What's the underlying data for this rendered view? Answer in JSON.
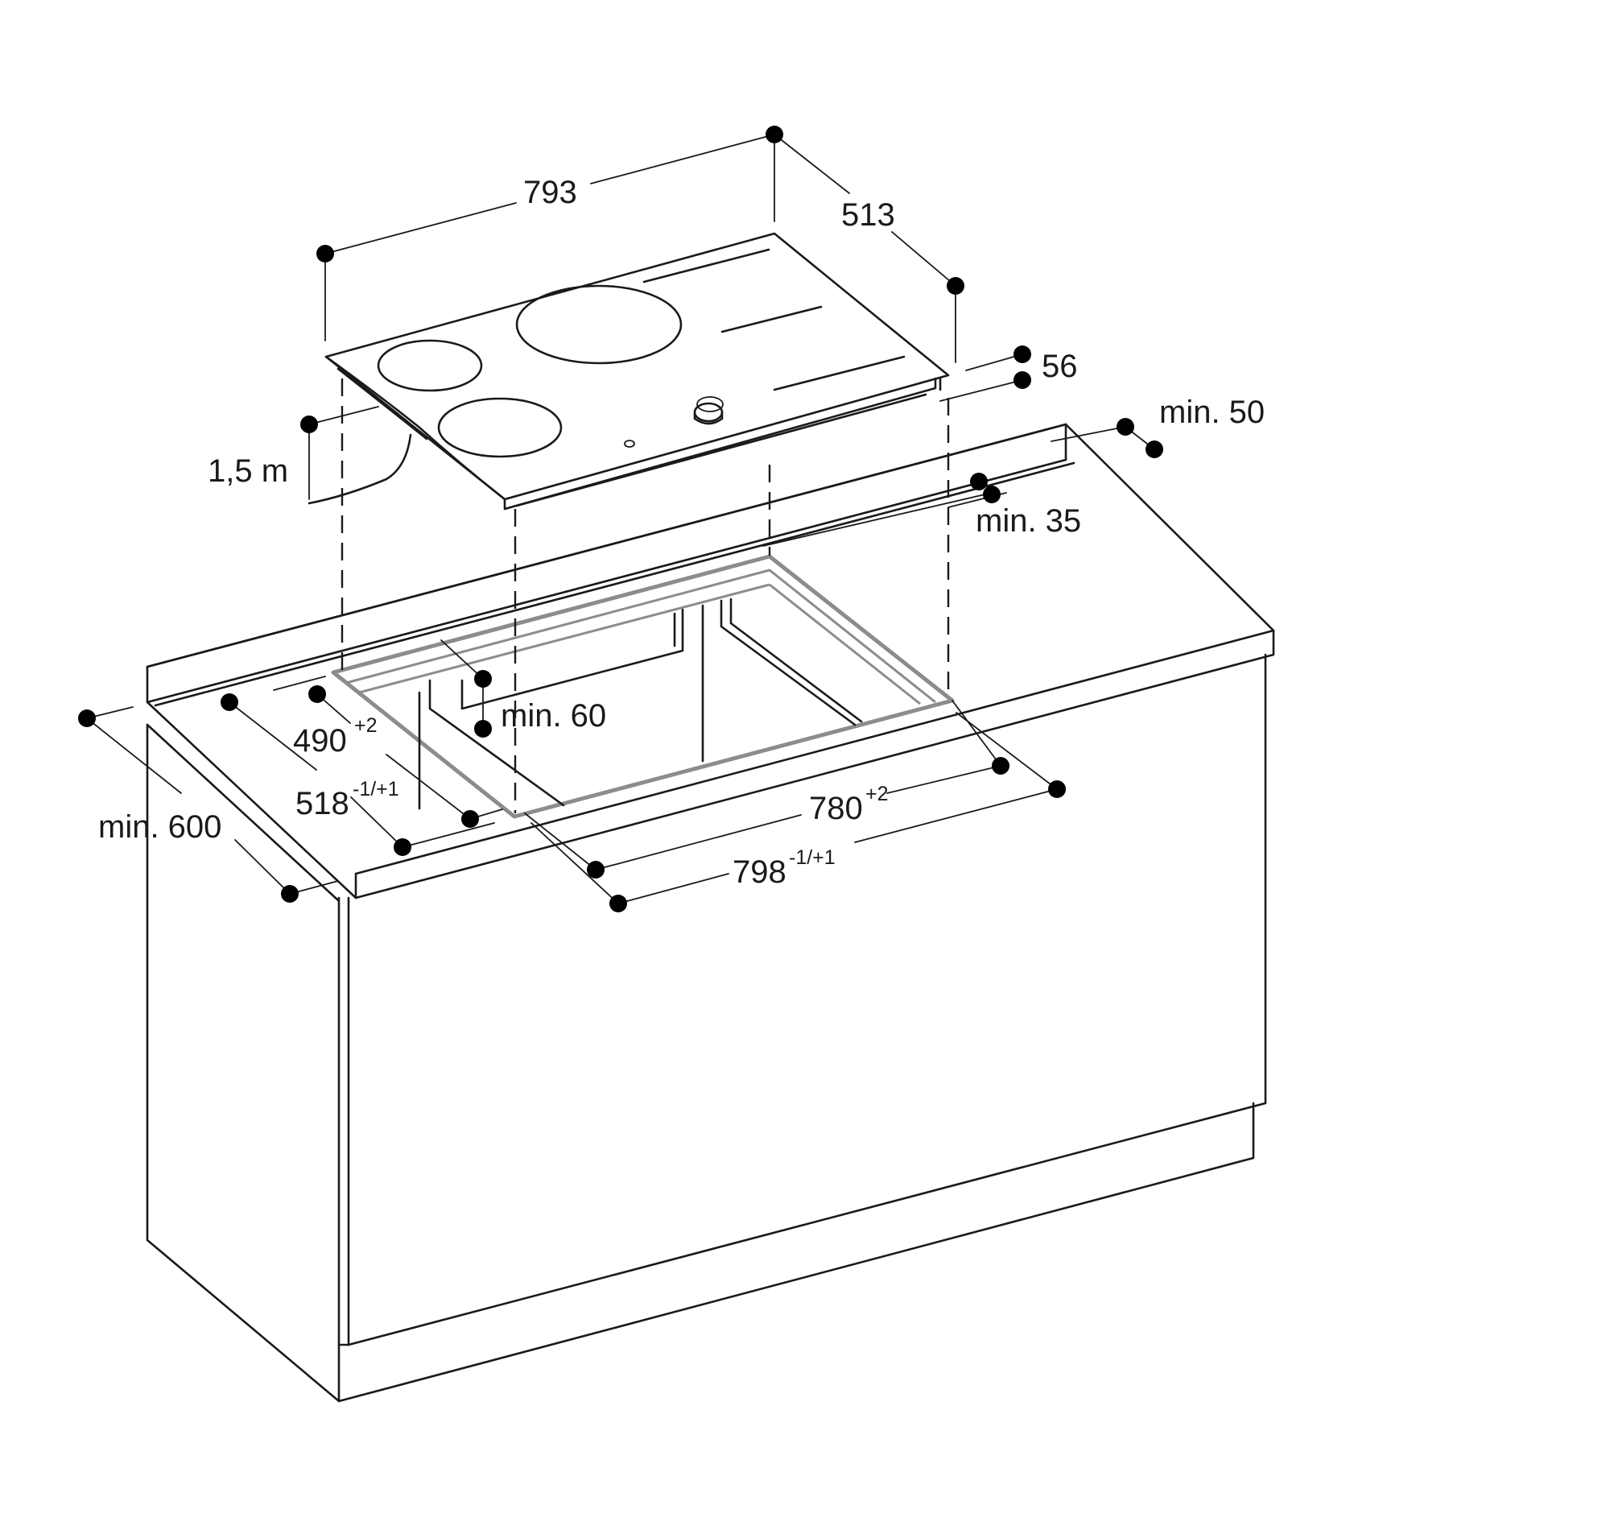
{
  "dimensions": {
    "width_793": "793",
    "depth_513": "513",
    "height_56": "56",
    "min_50": "min. 50",
    "min_35": "min. 35",
    "cable_length": "1,5 m",
    "min_60": "min. 60",
    "cutout_490": "490",
    "cutout_490_tol": "+2",
    "cutout_518": "518",
    "cutout_518_tol": "-1/+1",
    "counter_min_600": "min. 600",
    "cutout_780": "780",
    "cutout_780_tol": "+2",
    "cutout_798": "798",
    "cutout_798_tol": "-1/+1"
  },
  "colors": {
    "line": "#1a1a1a",
    "cutout_frame": "#8c8c8c",
    "background": "#ffffff"
  }
}
